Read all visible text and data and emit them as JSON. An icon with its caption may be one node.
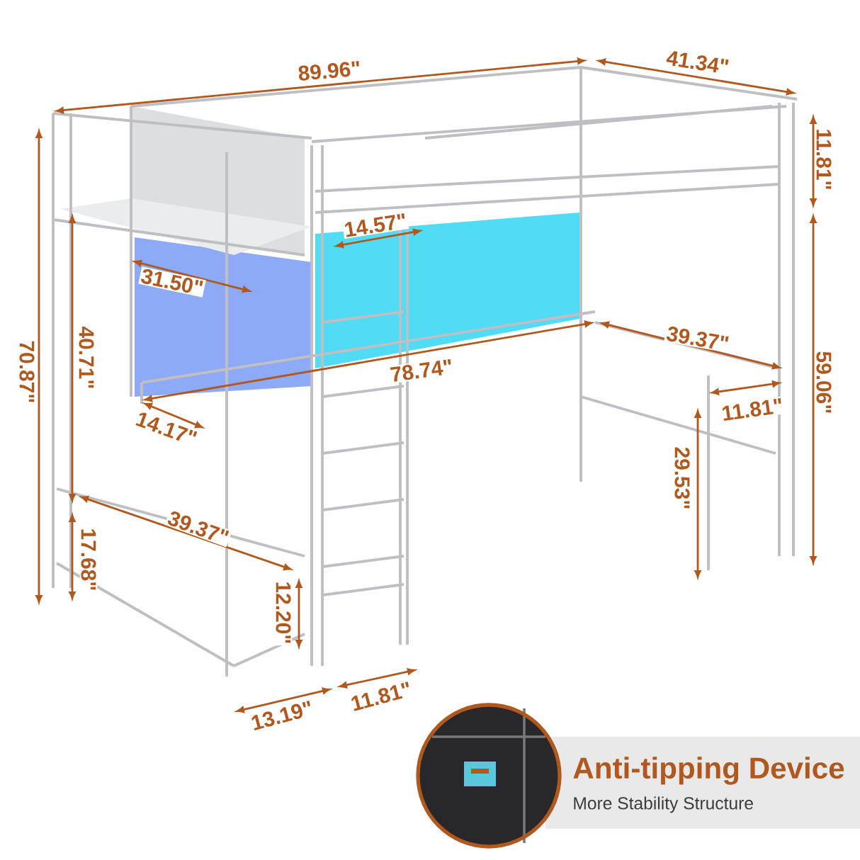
{
  "diagram": {
    "labels": [
      "89.96\"",
      "41.34\"",
      "11.81\"",
      "14.57\"",
      "31.50\"",
      "70.87\"",
      "40.71\"",
      "59.06\"",
      "39.37\"",
      "78.74\"",
      "11.81\"",
      "14.17\"",
      "29.53\"",
      "39.37\"",
      "17.68\"",
      "12.20\"",
      "13.19\"",
      "11.81\"",
      "Anti-tipping Device",
      "More Stability Structure"
    ]
  }
}
